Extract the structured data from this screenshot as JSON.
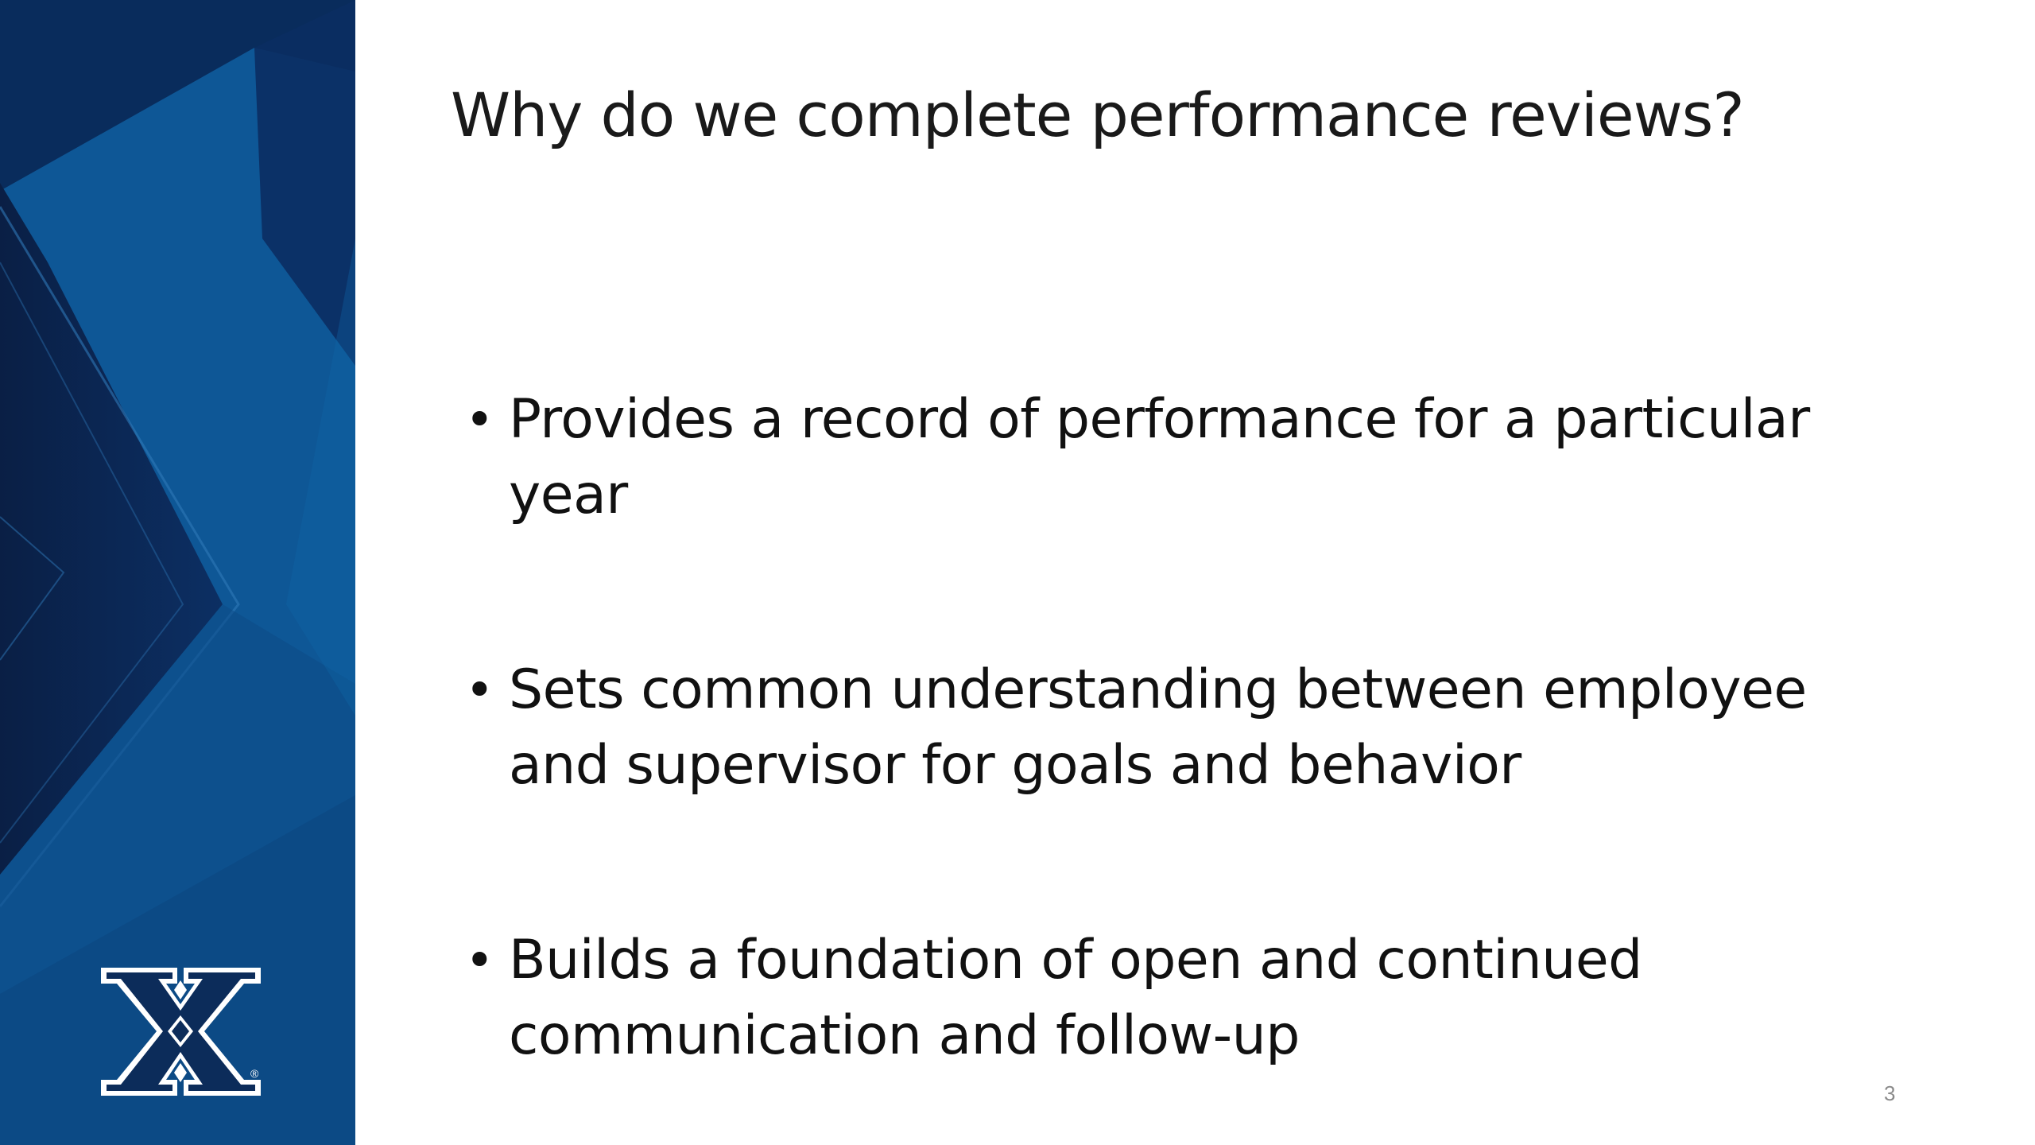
{
  "slide": {
    "title": "Why do we complete performance reviews?",
    "bullets": [
      {
        "text": "Provides a record of performance for a particular year"
      },
      {
        "text": "Sets common understanding between employee and supervisor for goals and behavior"
      },
      {
        "text": "Builds a foundation of open and continued communication and follow-up"
      }
    ],
    "bullet_glyph": "•",
    "page_number": "3"
  },
  "branding": {
    "logo_icon": "x-logo-icon",
    "panel_colors": [
      "#0a2550",
      "#0e5a9c"
    ],
    "logo_color": "#0c2c5a",
    "logo_outline": "#ffffff"
  }
}
